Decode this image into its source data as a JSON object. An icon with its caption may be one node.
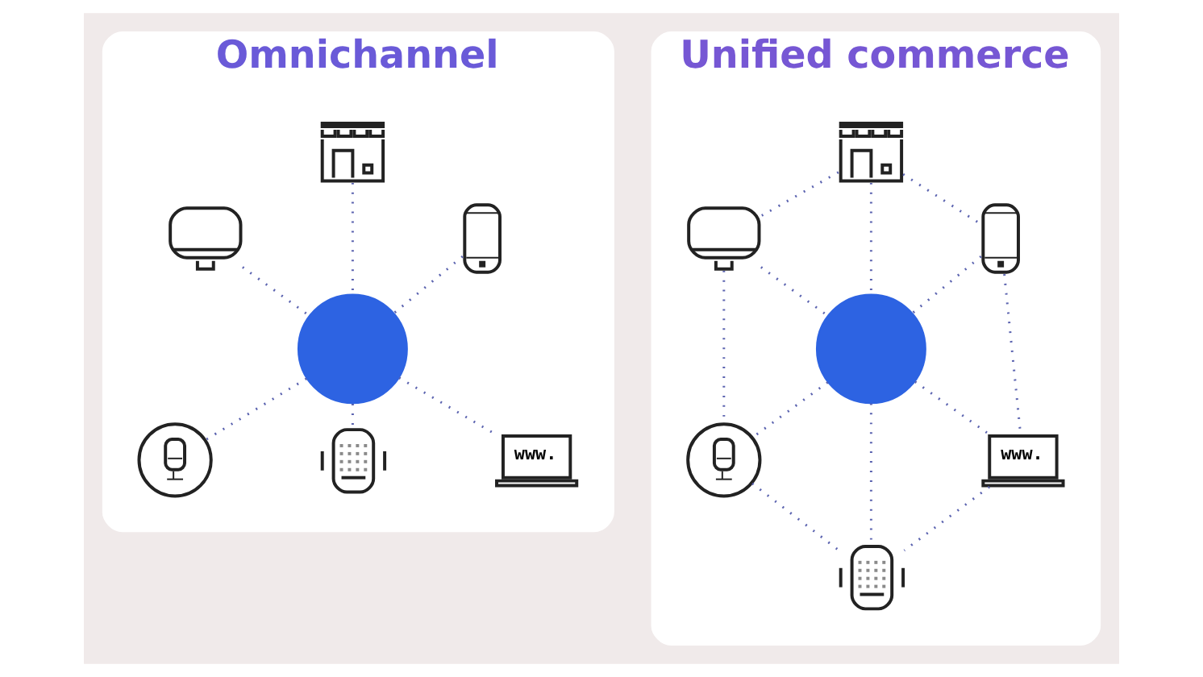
{
  "diagram": {
    "nodes": [
      {
        "text": [
          "Omnichannel"
        ]
      },
      {
        "text": [],
        "shape": "picture",
        "in": 0
      },
      {
        "text": [],
        "shape": "picture",
        "in": 0
      },
      {
        "text": [],
        "shape": "picture",
        "in": 0
      },
      {
        "text": [],
        "shape": "circle",
        "in": 0
      },
      {
        "text": [],
        "shape": "picture",
        "in": 0
      },
      {
        "text": [
          "www."
        ],
        "in": 0
      },
      {
        "text": [],
        "shape": "picture",
        "in": 0
      },
      {
        "text": [
          "Unified commerce"
        ]
      },
      {
        "text": [],
        "shape": "picture",
        "in": 8
      },
      {
        "text": [],
        "shape": "picture",
        "in": 8
      },
      {
        "text": [],
        "shape": "picture",
        "in": 8
      },
      {
        "text": [],
        "shape": "circle",
        "in": 8
      },
      {
        "text": [],
        "shape": "picture",
        "in": 8
      },
      {
        "text": [
          "www."
        ],
        "in": 8
      },
      {
        "text": [],
        "shape": "picture",
        "in": 8
      }
    ],
    "edges": [
      {
        "from": 2,
        "to": 4,
        "arrow": "none",
        "style": "dashed"
      },
      {
        "from": 1,
        "to": 4,
        "arrow": "none",
        "style": "dashed"
      },
      {
        "from": 3,
        "to": 4,
        "arrow": "none",
        "style": "dashed"
      },
      {
        "from": 4,
        "to": 5,
        "arrow": "none",
        "style": "dashed"
      },
      {
        "from": 4,
        "to": 7,
        "arrow": "none",
        "style": "dashed"
      },
      {
        "from": 4,
        "to": 6,
        "arrow": "none",
        "style": "dashed"
      },
      {
        "from": 10,
        "to": 12,
        "arrow": "none",
        "style": "dashed"
      },
      {
        "from": 9,
        "to": 12,
        "arrow": "none",
        "style": "dashed"
      },
      {
        "from": 11,
        "to": 12,
        "arrow": "none",
        "style": "dashed"
      },
      {
        "from": 12,
        "to": 13,
        "arrow": "none",
        "style": "dashed"
      },
      {
        "from": 13,
        "to": 15,
        "arrow": "none",
        "style": "dashed"
      },
      {
        "from": 12,
        "to": 15,
        "arrow": "none",
        "style": "dashed"
      },
      {
        "from": 14,
        "to": 15,
        "arrow": "none",
        "style": "dashed"
      },
      {
        "from": 12,
        "to": 14,
        "arrow": "none",
        "style": "dashed"
      },
      {
        "from": 9,
        "to": 10,
        "arrow": "none",
        "style": "dashed"
      },
      {
        "from": 9,
        "to": 11,
        "arrow": "none",
        "style": "dashed"
      },
      {
        "from": 10,
        "to": 13,
        "arrow": "none",
        "style": "dashed"
      },
      {
        "from": 11,
        "to": 14,
        "arrow": "none",
        "style": "dashed"
      }
    ]
  }
}
